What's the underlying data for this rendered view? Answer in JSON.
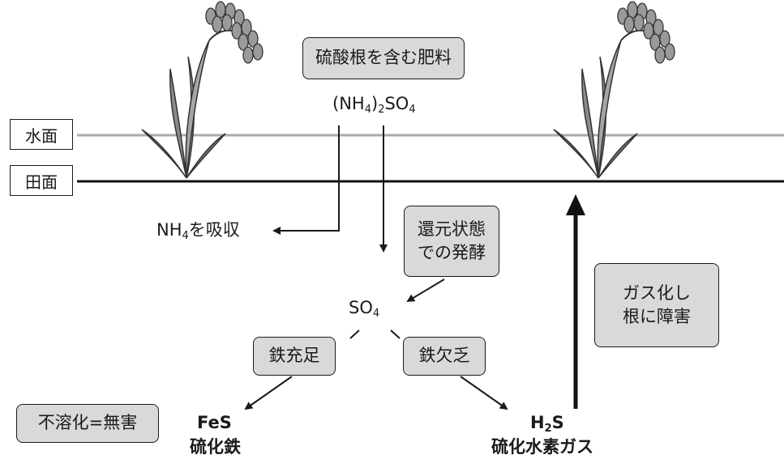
{
  "levels": {
    "water_surface": "水面",
    "field_surface": "田面"
  },
  "fertilizer": {
    "label": "硫酸根を含む肥料",
    "formula": {
      "open": "(NH",
      "sub1": "4",
      "mid": ")",
      "sub2": "2",
      "so": "SO",
      "sub3": "4"
    }
  },
  "absorb": {
    "main": "NH",
    "sub": "4",
    "rest": "を吸収"
  },
  "reduction": {
    "label": "還元状態\nでの発酵"
  },
  "sulfate": {
    "main": "SO",
    "sub": "4"
  },
  "iron_sufficient": {
    "label": "鉄充足"
  },
  "iron_deficient": {
    "label": "鉄欠乏"
  },
  "harmless": {
    "label": "不溶化=無害"
  },
  "fes": {
    "formula": "FeS",
    "name": "硫化鉄"
  },
  "h2s": {
    "main": "H",
    "sub": "2",
    "rest": "S",
    "name": "硫化水素ガス"
  },
  "gas_damage": {
    "label": "ガス化し\n根に障害"
  },
  "colors": {
    "box_fill": "#d9d9d9",
    "water_line": "#aaaaaa",
    "ground_line": "#111111",
    "plant_fill": "#8a8a8a",
    "plant_dark": "#555555"
  },
  "icons": [
    "rice-plant-icon"
  ]
}
